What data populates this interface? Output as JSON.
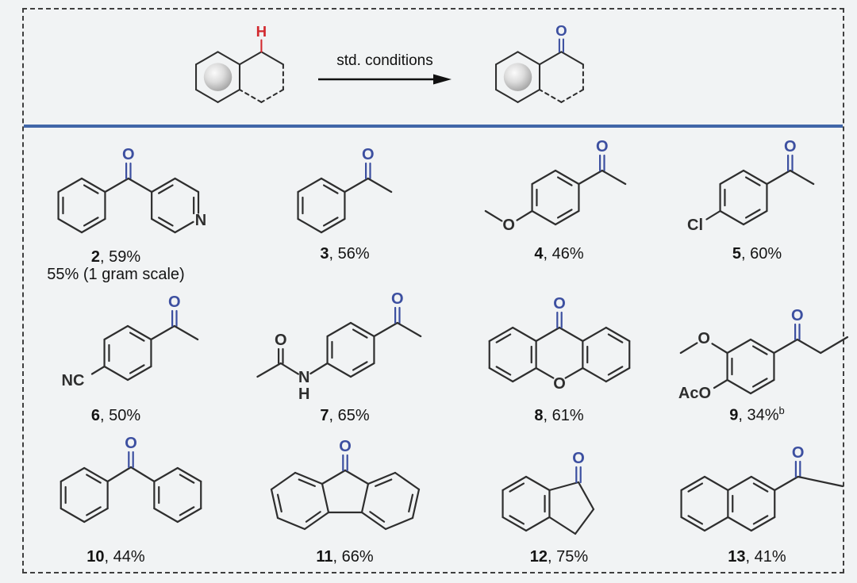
{
  "colors": {
    "carbonyl_blue": "#3c4fa0",
    "divider_blue": "#4166a8",
    "ch_red": "#d2292e",
    "bond": "#2e2e2e",
    "background": "#f1f3f4"
  },
  "scheme_header": {
    "reactant_h": "H",
    "product_o": "O",
    "arrow_label": "std. conditions"
  },
  "entries": [
    {
      "number": "2",
      "label_suffix": ", 59%",
      "note": "55% (1 gram scale)",
      "structure": "phenyl(pyridin-4-yl)methanone",
      "atoms": {
        "carbonyl_o": "O",
        "pyridine_n": "N"
      }
    },
    {
      "number": "3",
      "label_suffix": ", 56%",
      "structure": "acetophenone",
      "atoms": {
        "carbonyl_o": "O"
      }
    },
    {
      "number": "4",
      "label_suffix": ", 46%",
      "structure": "4-methoxyacetophenone",
      "atoms": {
        "carbonyl_o": "O",
        "methoxy_o": "O"
      }
    },
    {
      "number": "5",
      "label_suffix": ", 60%",
      "structure": "4-chloroacetophenone",
      "atoms": {
        "carbonyl_o": "O",
        "chloro": "Cl"
      }
    },
    {
      "number": "6",
      "label_suffix": ", 50%",
      "structure": "4-acetylbenzonitrile",
      "atoms": {
        "carbonyl_o": "O",
        "nitrile": "NC"
      }
    },
    {
      "number": "7",
      "label_suffix": ", 65%",
      "structure": "4-acetamidoacetophenone",
      "atoms": {
        "carbonyl_o": "O",
        "amide_o": "O",
        "amide_n": "N",
        "amide_h": "H"
      }
    },
    {
      "number": "8",
      "label_suffix": ", 61%",
      "structure": "xanthone",
      "atoms": {
        "carbonyl_o": "O",
        "ring_o": "O"
      }
    },
    {
      "number": "9",
      "label_suffix": ", 34%",
      "sup": "b",
      "structure": "4-acetoxy-3-methoxypropiophenone",
      "atoms": {
        "carbonyl_o": "O",
        "methoxy_o": "O",
        "acetoxy": "AcO"
      }
    },
    {
      "number": "10",
      "label_suffix": ", 44%",
      "structure": "benzophenone",
      "atoms": {
        "carbonyl_o": "O"
      }
    },
    {
      "number": "11",
      "label_suffix": ", 66%",
      "structure": "fluorenone",
      "atoms": {
        "carbonyl_o": "O"
      }
    },
    {
      "number": "12",
      "label_suffix": ", 75%",
      "structure": "1-indanone",
      "atoms": {
        "carbonyl_o": "O"
      }
    },
    {
      "number": "13",
      "label_suffix": ", 41%",
      "structure": "2-acetonaphthone",
      "atoms": {
        "carbonyl_o": "O"
      }
    }
  ]
}
